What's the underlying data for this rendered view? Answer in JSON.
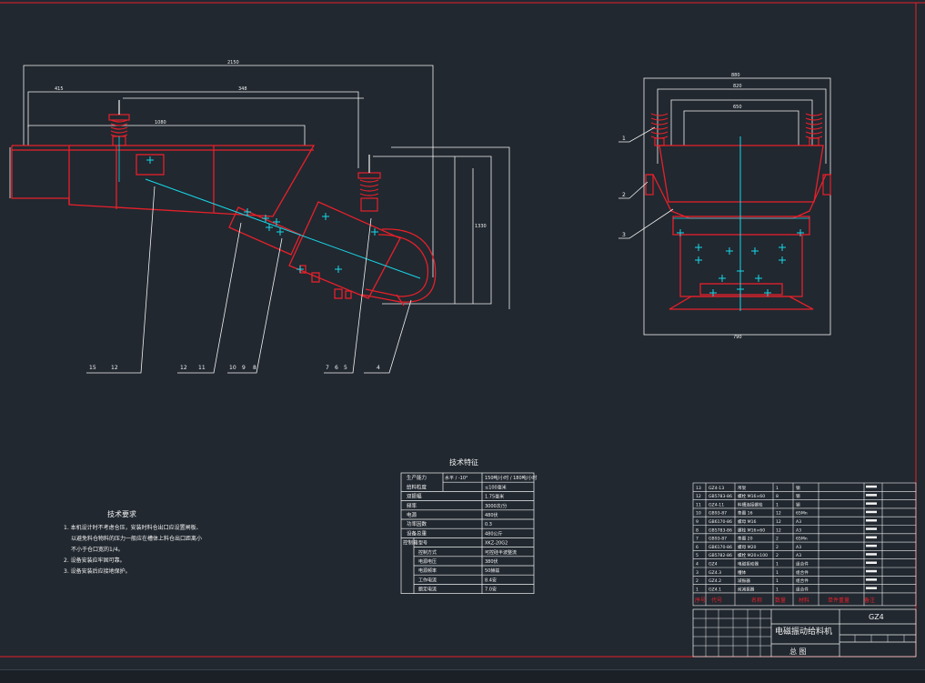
{
  "colors": {
    "background": "#212830",
    "red": "#e8202a",
    "white": "#f2f2f2",
    "cyan": "#18d8e8",
    "dim": "#cfd3d8"
  },
  "title_notes": "技术要求",
  "notes": [
    "1. 本机设计时不考虑仓压，安装时料仓出口应设置闸板、",
    "以避免料仓物料的压力一般应在槽体上料仓出口距离小",
    "不小于仓口宽的1/4。",
    "2. 设备安装应牢固可靠。",
    "3. 设备安装后应接地保护。"
  ],
  "spec_title": "技术特征",
  "spec_rows": [
    {
      "name": "生产能力",
      "sub": "水平 / -10°",
      "value": "150吨/小时 / 180吨/小时"
    },
    {
      "name": "给料粒度",
      "sub": "",
      "value": "≤100毫米"
    },
    {
      "name": "双振幅",
      "sub": "",
      "value": "1.75毫米"
    },
    {
      "name": "频率",
      "sub": "",
      "value": "3000次/分"
    },
    {
      "name": "电源",
      "sub": "",
      "value": "480伏"
    },
    {
      "name": "功率因数",
      "sub": "",
      "value": "0.3"
    },
    {
      "name": "设备总重",
      "sub": "",
      "value": "480公斤"
    },
    {
      "name": "控制箱",
      "sub": "型号",
      "value": "XKZ-20G2"
    },
    {
      "name": "",
      "sub": "控制方式",
      "value": "可控硅半波整流"
    },
    {
      "name": "",
      "sub": "电源电压",
      "value": "380伏"
    },
    {
      "name": "",
      "sub": "电源频率",
      "value": "50赫兹"
    },
    {
      "name": "",
      "sub": "工作电流",
      "value": "8.4安"
    },
    {
      "name": "",
      "sub": "额定电流",
      "value": "7.0安"
    }
  ],
  "control_box_label": "控制箱",
  "leaders_side": [
    "15",
    "12",
    "12",
    "11",
    "10",
    "9",
    "8",
    "7",
    "6",
    "5",
    "4"
  ],
  "leaders_front": [
    "1",
    "2",
    "3"
  ],
  "bom": [
    {
      "no": "13",
      "code": "GZ4-13",
      "name": "吊架",
      "qty": "1",
      "note": "钢"
    },
    {
      "no": "12",
      "code": "GB5783-86",
      "name": "螺栓 M16×60",
      "qty": "8",
      "note": "钢"
    },
    {
      "no": "11",
      "code": "GZ4-11",
      "name": "料槽连接螺栓",
      "qty": "1",
      "note": "钢"
    },
    {
      "no": "10",
      "code": "GB93-87",
      "name": "垫圈 16",
      "qty": "12",
      "note": "65Mn"
    },
    {
      "no": "9",
      "code": "GB6170-86",
      "name": "螺母 M16",
      "qty": "12",
      "note": "A3"
    },
    {
      "no": "8",
      "code": "GB5783-86",
      "name": "螺栓 M16×60",
      "qty": "12",
      "note": "A3"
    },
    {
      "no": "7",
      "code": "GB93-87",
      "name": "垫圈 20",
      "qty": "2",
      "note": "65Mn"
    },
    {
      "no": "6",
      "code": "GB6170-86",
      "name": "螺母 M20",
      "qty": "2",
      "note": "A3"
    },
    {
      "no": "5",
      "code": "GB5782-86",
      "name": "螺栓 M20×100",
      "qty": "2",
      "note": "A3"
    },
    {
      "no": "4",
      "code": "GZ4",
      "name": "电磁振动器",
      "qty": "1",
      "note": "组合件"
    },
    {
      "no": "3",
      "code": "GZ4.3",
      "name": "槽体",
      "qty": "1",
      "note": "组合件"
    },
    {
      "no": "2",
      "code": "GZ4.2",
      "name": "减振器",
      "qty": "1",
      "note": "组合件"
    },
    {
      "no": "1",
      "code": "GZ4.1",
      "name": "前减振器",
      "qty": "1",
      "note": "组合件"
    }
  ],
  "bom_header": [
    "序号",
    "代号",
    "名称",
    "数量",
    "材料",
    "单件重量",
    "备注"
  ],
  "drawing_no": "GZ4",
  "drawing_title": "电磁振动给料机",
  "drawing_subtitle": "总 图",
  "dims_side": [
    "2150",
    "415",
    "1080",
    "348",
    "1330"
  ],
  "dims_front": [
    "880",
    "820",
    "650",
    "790"
  ]
}
